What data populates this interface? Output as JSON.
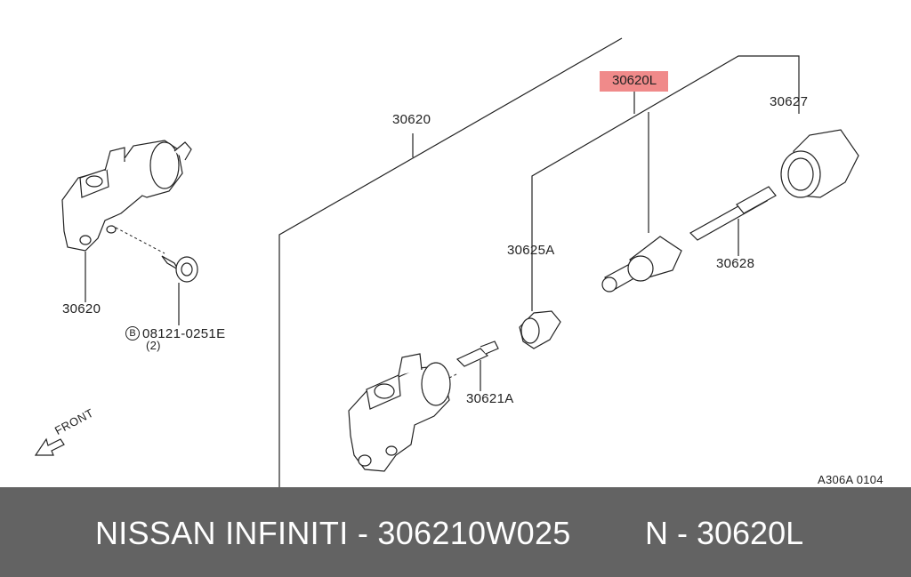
{
  "diagram": {
    "part_labels": {
      "p30620_main": "30620",
      "p30620_left": "30620",
      "p30620L": "30620L",
      "p30627": "30627",
      "p30625A": "30625A",
      "p30628": "30628",
      "p30621A": "30621A"
    },
    "bolt": {
      "symbol": "B",
      "part_no": "08121-0251E",
      "qty": "(2)"
    },
    "front_label": "FRONT",
    "figure_code": "A306A 0104",
    "highlight_color": "#f08a8a"
  },
  "footer": {
    "title": "NISSAN INFINITI - 306210W025",
    "code": "N - 30620L",
    "background": "#636363"
  }
}
